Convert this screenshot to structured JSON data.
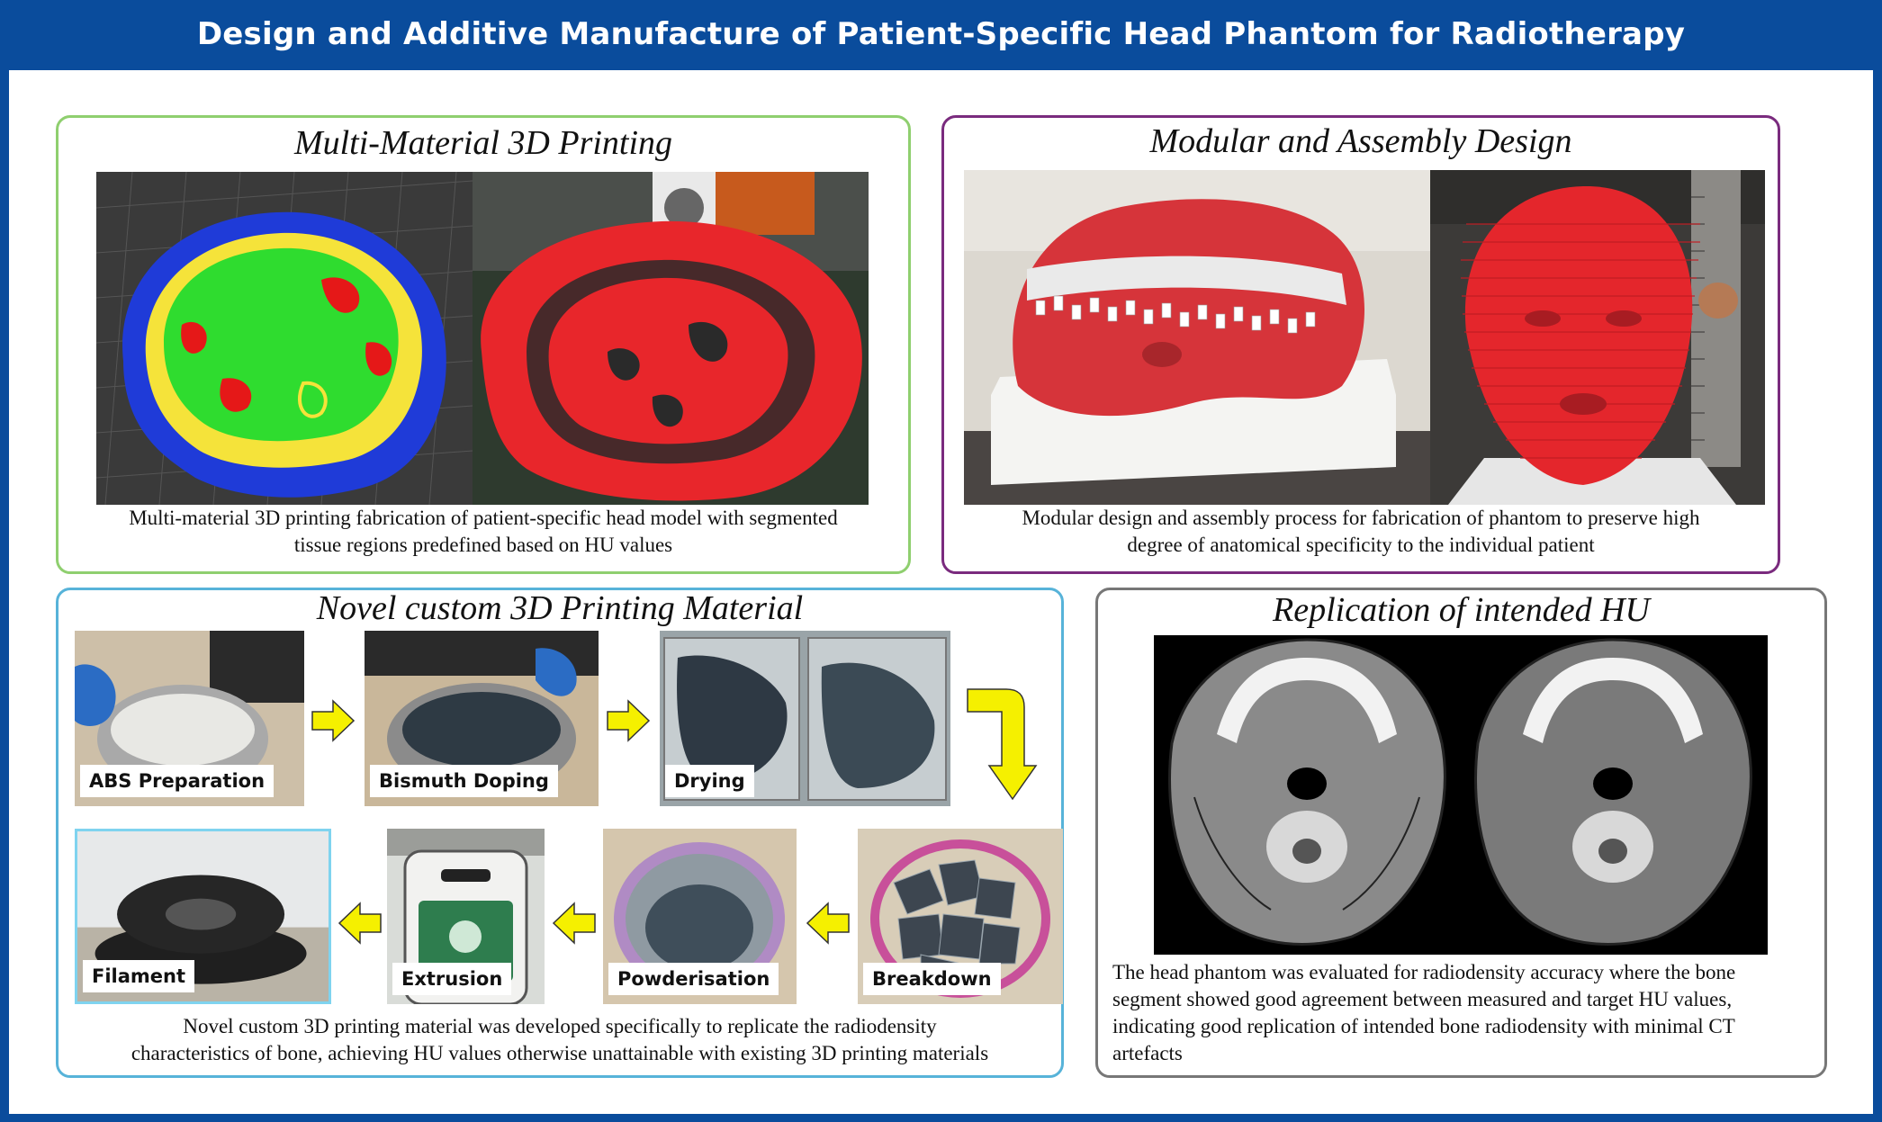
{
  "header": {
    "title": "Design and Additive Manufacture of Patient-Specific Head Phantom for Radiotherapy"
  },
  "colors": {
    "banner": "#0a4c9c",
    "panel_green": "#8fcf6f",
    "panel_purple": "#7a2b7e",
    "panel_blue": "#57b3d9",
    "panel_gray": "#777777",
    "arrow": "#f5f000"
  },
  "panels": {
    "multi_material": {
      "title": "Multi-Material 3D Printing",
      "caption_line1": "Multi-material 3D printing fabrication of patient-specific head model with segmented",
      "caption_line2": "tissue regions predefined based on HU values"
    },
    "modular": {
      "title": "Modular and Assembly Design",
      "caption_line1": "Modular design and assembly process for fabrication of phantom to preserve high",
      "caption_line2": "degree of anatomical specificity to the individual patient"
    },
    "novel_material": {
      "title": "Novel custom 3D Printing Material",
      "steps": [
        "ABS Preparation",
        "Bismuth Doping",
        "Drying",
        "Breakdown",
        "Powderisation",
        "Extrusion",
        "Filament"
      ],
      "caption_line1": "Novel custom 3D printing material was developed specifically to replicate the radiodensity",
      "caption_line2": "characteristics of bone, achieving HU values otherwise unattainable with existing 3D printing materials"
    },
    "replication": {
      "title": "Replication of intended HU",
      "caption_line1": "The head phantom was evaluated for radiodensity accuracy where the bone",
      "caption_line2": "segment showed good agreement between measured and target HU values,",
      "caption_line3": "indicating good replication of intended bone radiodensity with minimal CT",
      "caption_line4": "artefacts"
    }
  }
}
